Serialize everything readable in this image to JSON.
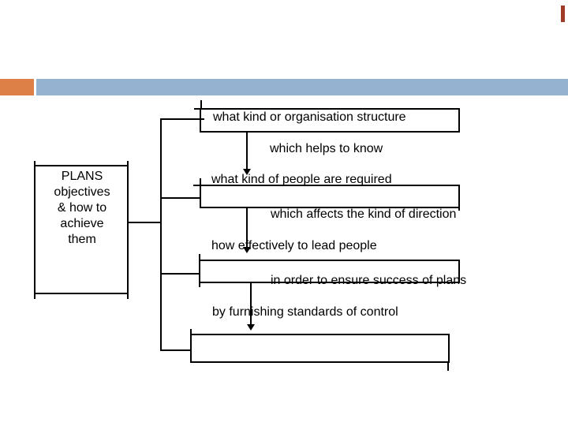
{
  "slide": {
    "plans_box": {
      "line1": "PLANS",
      "line2": "objectives",
      "line3": "& how to",
      "line4": "achieve",
      "line5": "them"
    },
    "steps": {
      "structure": "what kind or organisation structure",
      "helps_know": "which helps to know",
      "people_required": "what kind of people are required",
      "affects_direction": "which affects the kind of direction",
      "lead_people": "how effectively to lead people",
      "ensure_success": "in order to ensure success of plans",
      "standards_control": "by furnishing standards of control"
    },
    "colors": {
      "accent_orange": "#dd8047",
      "accent_blue": "#95b3d0",
      "corner_mark": "#9e3a26",
      "stroke": "#000000"
    }
  }
}
